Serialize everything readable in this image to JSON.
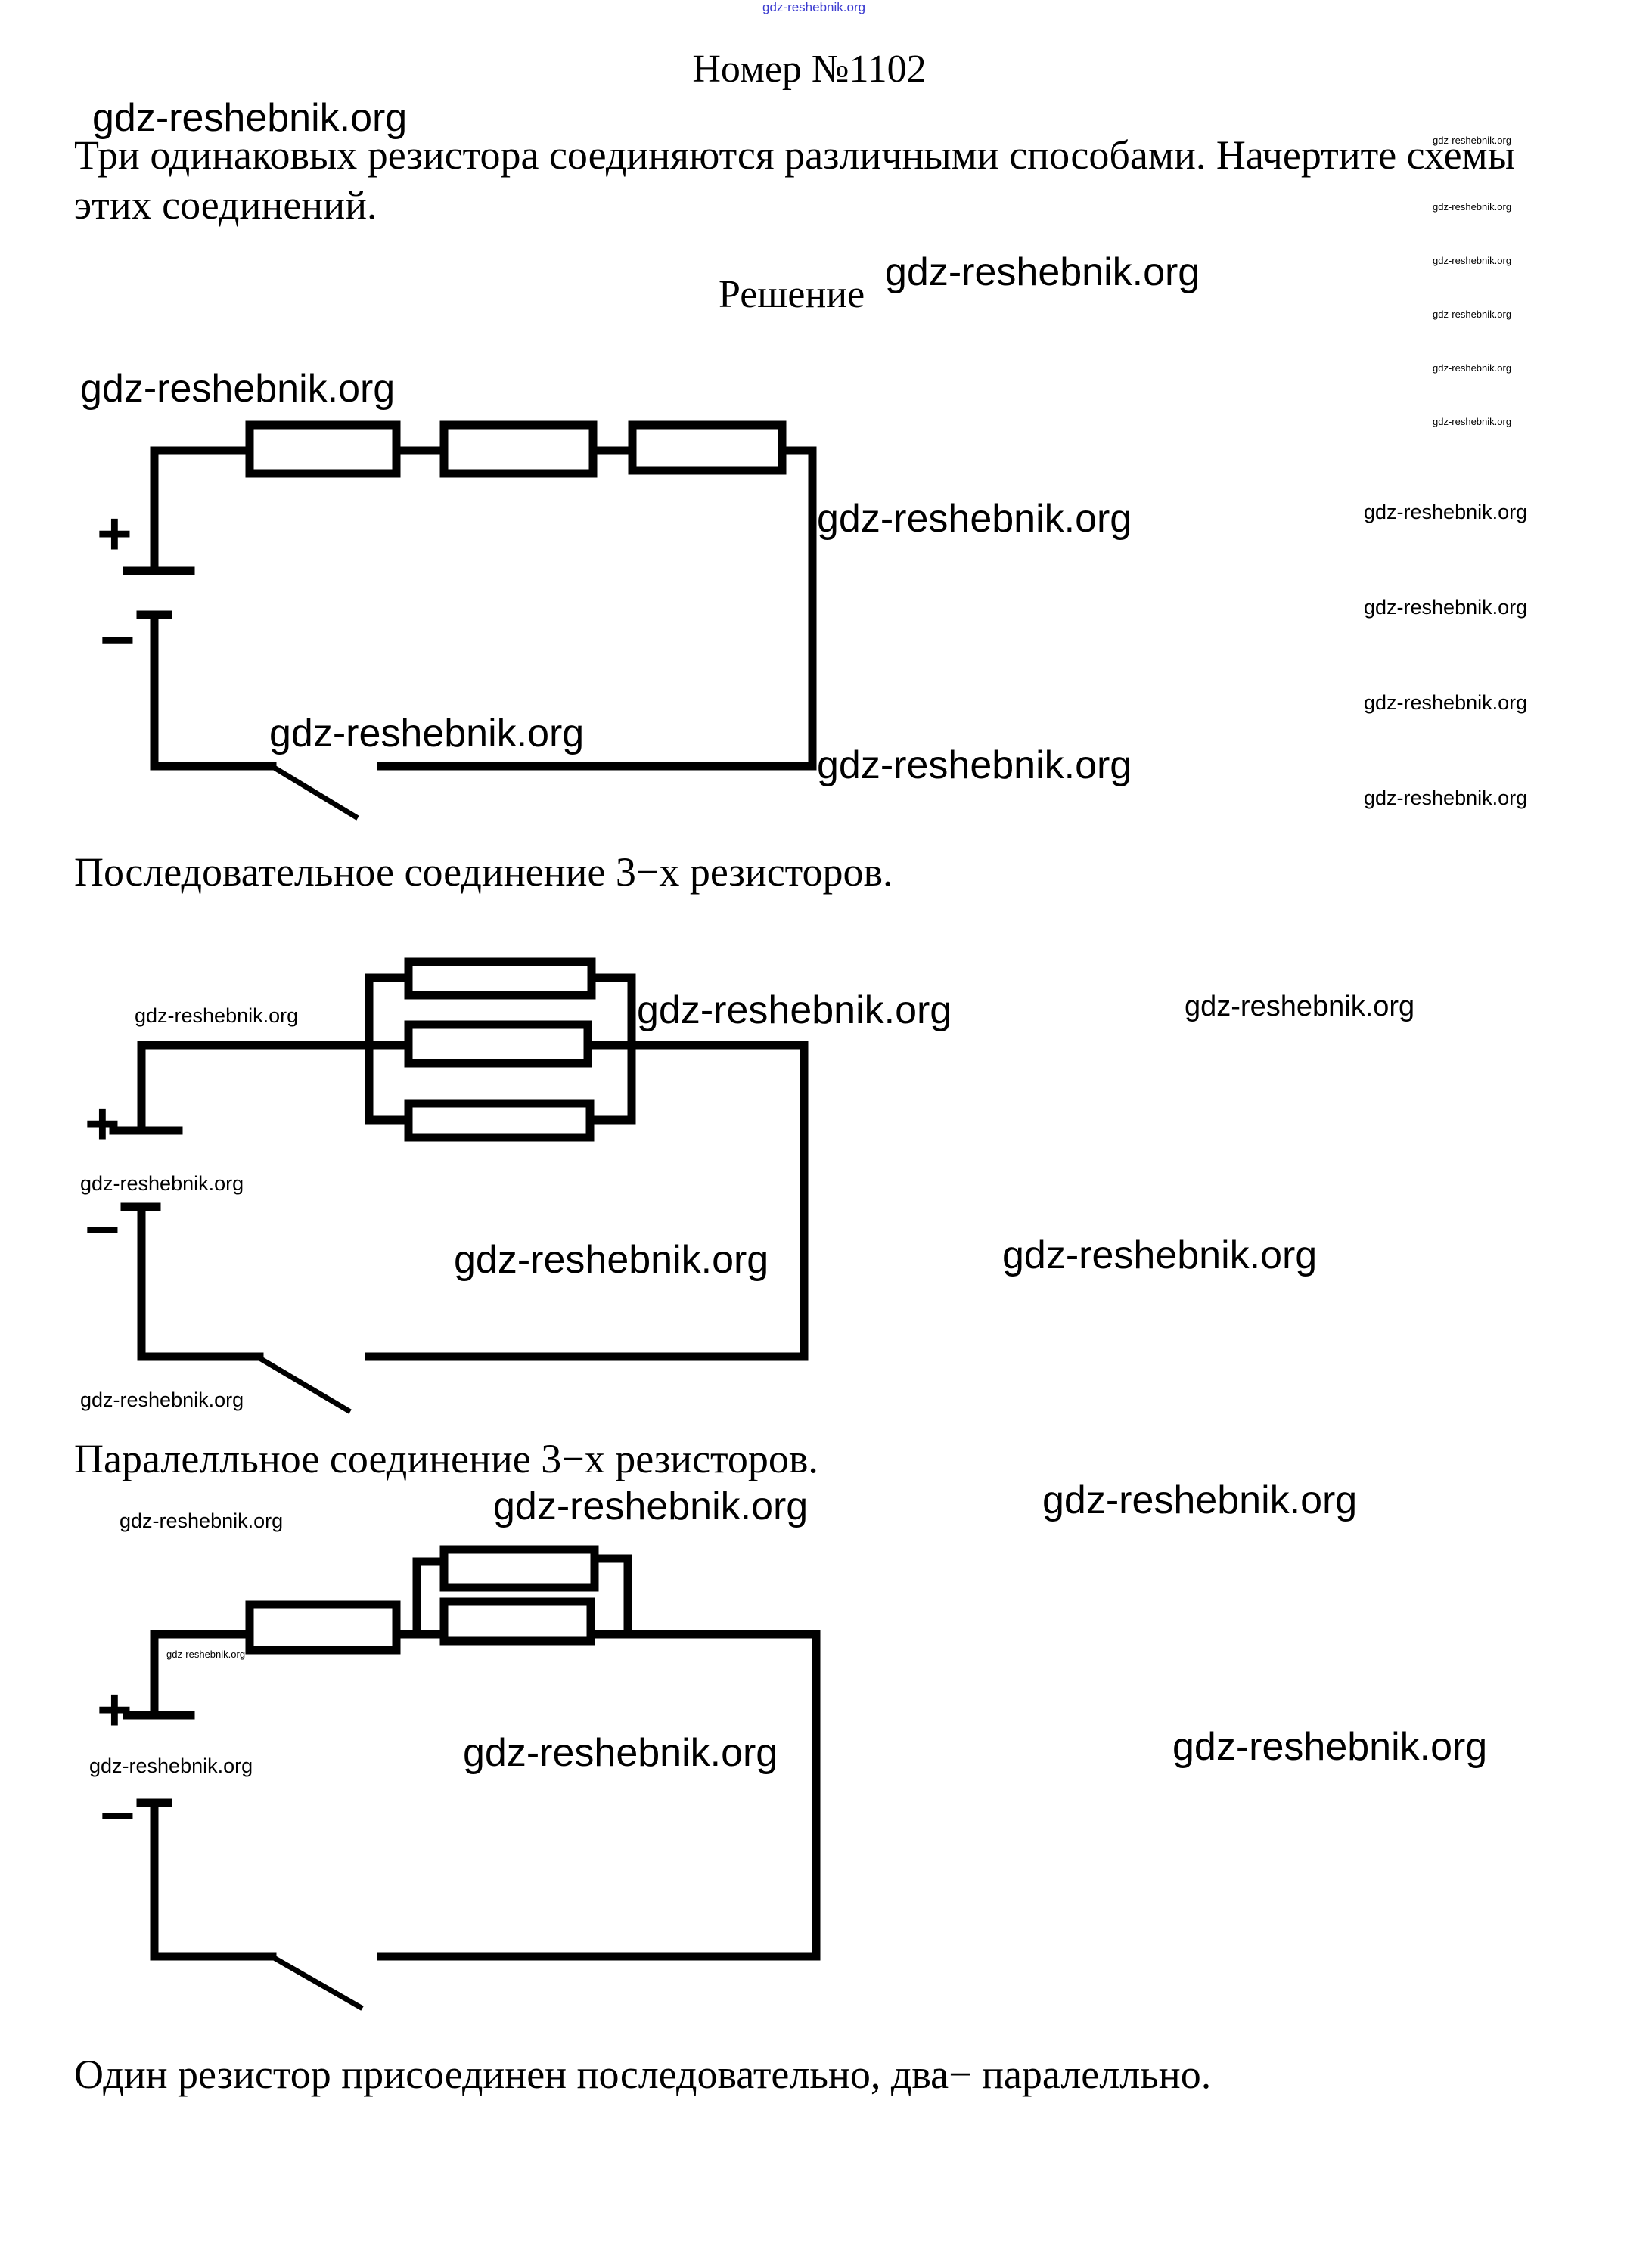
{
  "page": {
    "header_watermark": "gdz-reshebnik.org",
    "title": "Номер №1102",
    "problem_text": "Три одинаковых резистора соединяются различными способами. Начертите схемы этих соединений.",
    "solution_label": "Решение",
    "captions": {
      "series": "Последовательное соединение 3−х резисторов.",
      "parallel": "Паралелльное соединение 3−х резисторов.",
      "mixed": "Один резистор присоединен последовательно, два− паралелльно."
    },
    "watermark_text": "gdz-reshebnik.org"
  },
  "circuits": [
    {
      "id": "series",
      "description": "Three resistors in series with battery and open switch",
      "resistor_count": 3,
      "battery_labels": {
        "plus": "+",
        "minus": "−"
      }
    },
    {
      "id": "parallel",
      "description": "Three resistors in parallel with battery and open switch",
      "resistor_count": 3,
      "battery_labels": {
        "plus": "+",
        "minus": "−"
      }
    },
    {
      "id": "mixed",
      "description": "One resistor in series, two in parallel, with battery and open switch",
      "resistor_count": 3,
      "battery_labels": {
        "plus": "+",
        "minus": "−"
      }
    }
  ],
  "watermarks": [
    "gdz-reshebnik.org",
    "gdz-reshebnik.org",
    "gdz-reshebnik.org",
    "gdz-reshebnik.org",
    "gdz-reshebnik.org",
    "gdz-reshebnik.org",
    "gdz-reshebnik.org",
    "gdz-reshebnik.org",
    "gdz-reshebnik.org",
    "gdz-reshebnik.org",
    "gdz-reshebnik.org",
    "gdz-reshebnik.org",
    "gdz-reshebnik.org",
    "gdz-reshebnik.org",
    "gdz-reshebnik.org",
    "gdz-reshebnik.org",
    "gdz-reshebnik.org",
    "gdz-reshebnik.org",
    "gdz-reshebnik.org",
    "gdz-reshebnik.org",
    "gdz-reshebnik.org",
    "gdz-reshebnik.org",
    "gdz-reshebnik.org",
    "gdz-reshebnik.org",
    "gdz-reshebnik.org",
    "gdz-reshebnik.org",
    "gdz-reshebnik.org",
    "gdz-reshebnik.org",
    "gdz-reshebnik.org",
    "gdz-reshebnik.org"
  ]
}
